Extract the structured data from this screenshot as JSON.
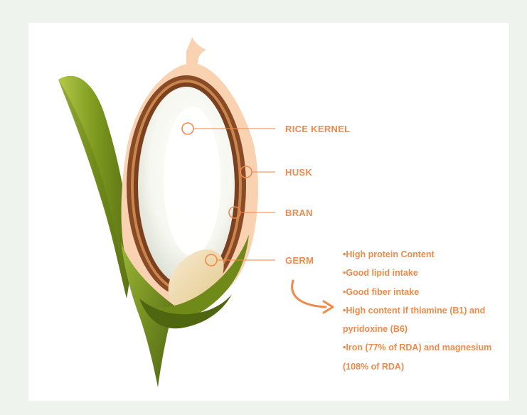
{
  "colors": {
    "background": "#eef3ee",
    "panel": "#ffffff",
    "accent": "#f08a4b",
    "hull": "#f9d2b1",
    "bran": "#8a4a26",
    "leaf": "#7e9a1f",
    "leaf_dark": "#5b7214",
    "endosperm": "#f7f7f2",
    "germ": "#efdcad"
  },
  "labels": {
    "rice_kernel": "RICE KERNEL",
    "husk": "HUSK",
    "bran": "BRAN",
    "germ": "GERM"
  },
  "germ_notes": [
    "•High protein Content",
    "•Good lipid intake",
    "•Good fiber intake",
    "•High content if thiamine (B1) and",
    "pyridoxine (B6)",
    "•Iron (77% of RDA) and magnesium",
    "(108% of RDA)"
  ]
}
